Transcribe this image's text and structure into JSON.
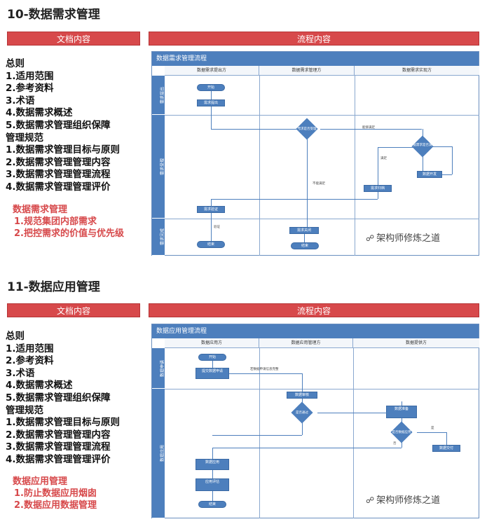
{
  "sections": [
    {
      "title": "10-数据需求管理",
      "doc_banner": "文档内容",
      "flow_banner": "流程内容",
      "doc_items": [
        "总则",
        "1.适用范围",
        "2.参考资料",
        "3.术语",
        "4.数据需求概述",
        "5.数据需求管理组织保障",
        "管理规范",
        "1.数据需求管理目标与原则",
        "2.数据需求管理管理内容",
        "3.数据需求管理管理流程",
        "4.数据需求管理管理评价"
      ],
      "red_title": "数据需求管理",
      "red_items": [
        "1.规范集团内部需求",
        "2.把控需求的价值与优先级"
      ],
      "flow": {
        "title": "数据需求管理流程",
        "lanes": [
          "数据需求提出方",
          "数据需求管理方",
          "数据需求实现方"
        ],
        "rows": [
          "需求提出",
          "需求受理",
          "需求完成"
        ],
        "nodes": [
          "开始",
          "需求提出",
          "需求是否受理",
          "数据需求是否满足",
          "数据开发",
          "需求归档",
          "需求验证",
          "需求关闭",
          "结束",
          "结束"
        ],
        "notes": [
          "不能满足",
          "能够满足",
          "满足",
          "验证"
        ]
      },
      "watermark": "架构师修炼之道"
    },
    {
      "title": "11-数据应用管理",
      "doc_banner": "文档内容",
      "flow_banner": "流程内容",
      "doc_items": [
        "总则",
        "1.适用范围",
        "2.参考资料",
        "3.术语",
        "4.数据需求概述",
        "5.数据需求管理组织保障",
        "管理规范",
        "1.数据需求管理目标与原则",
        "2.数据需求管理管理内容",
        "3.数据需求管理管理流程",
        "4.数据需求管理管理评价"
      ],
      "red_title": "数据应用管理",
      "red_items": [
        "1.防止数据应用烟囱",
        "2.数据应用数据管理"
      ],
      "flow": {
        "title": "数据应用管理流程",
        "lanes": [
          "数据应用方",
          "数据应用管理方",
          "数据提供方"
        ],
        "rows": [
          "数据申请",
          "数据应用"
        ],
        "nodes": [
          "开始",
          "提交数据申请",
          "数据审核",
          "是否通过",
          "数据准备",
          "是否数据应用",
          "数据交付",
          "数据应用",
          "应用评估",
          "结束"
        ],
        "notes": [
          "若数据申请信息完整",
          "是",
          "否"
        ]
      },
      "watermark": "架构师修炼之道"
    }
  ]
}
